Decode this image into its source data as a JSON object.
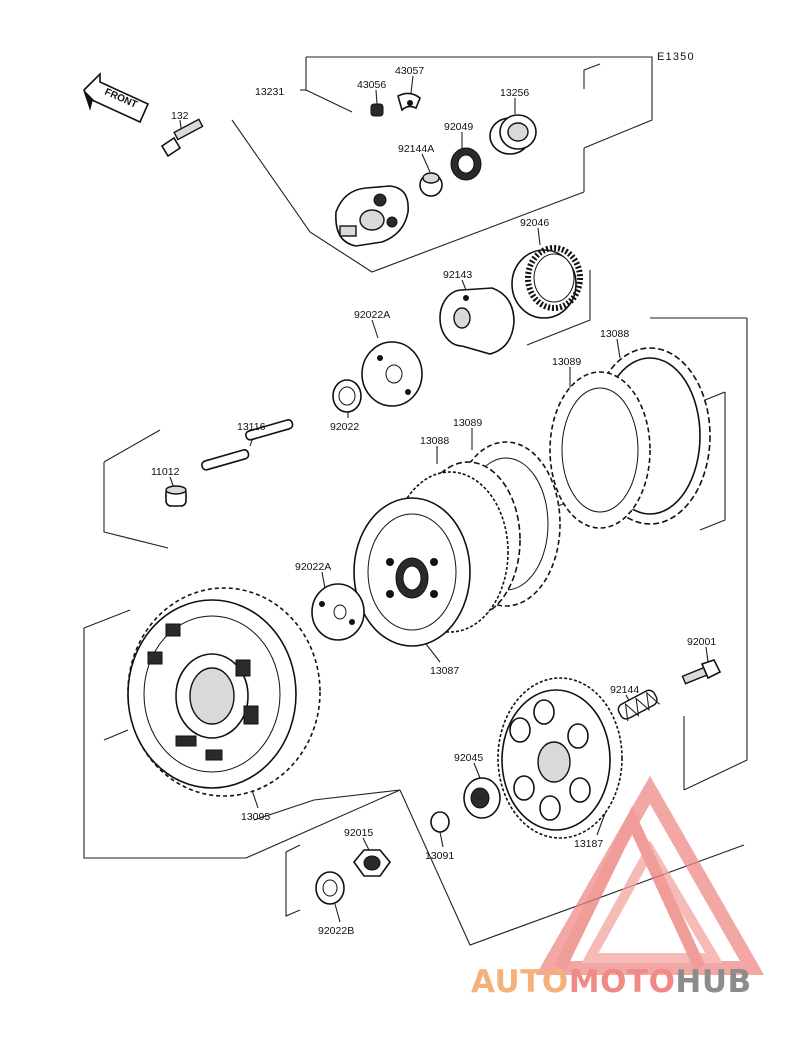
{
  "diagram_code": "E1350",
  "front_arrow_label": "FRONT",
  "watermark": {
    "part1": "AUTO",
    "part2": "MOTO",
    "part3": "HUB",
    "color1": "#f4b27a",
    "color2": "#f08a86",
    "color3": "#8c8c8c"
  },
  "parts": {
    "p13231": "13231",
    "p43056": "43056",
    "p43057": "43057",
    "p132": "132",
    "p13256": "13256",
    "p92049": "92049",
    "p92144A": "92144A",
    "p92046": "92046",
    "p92143": "92143",
    "p92022A_top": "92022A",
    "p92022": "92022",
    "p13116": "13116",
    "p11012": "11012",
    "p13088_right": "13088",
    "p13089_right": "13089",
    "p13089_mid": "13089",
    "p13088_mid": "13088",
    "p92022A_mid": "92022A",
    "p13087": "13087",
    "p92001": "92001",
    "p92144": "92144",
    "p92045": "92045",
    "p13095": "13095",
    "p92015": "92015",
    "p13091": "13091",
    "p13187": "13187",
    "p92022B": "92022B"
  }
}
